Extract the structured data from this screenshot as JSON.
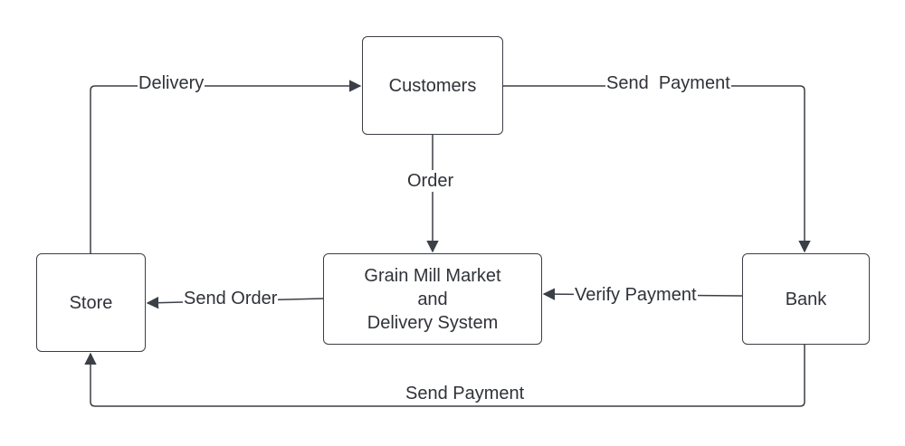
{
  "nodes": {
    "customers": "Customers",
    "store": "Store",
    "grain_system": {
      "line1": "Grain Mill Market",
      "line2": "and",
      "line3": "Delivery System"
    },
    "bank": "Bank"
  },
  "edges": {
    "delivery": "Delivery",
    "send_payment_to_bank": "Send  Payment",
    "order": "Order",
    "send_order": "Send Order",
    "verify_payment": "Verify Payment",
    "send_payment_to_store": "Send Payment"
  },
  "colors": {
    "line": "#3b3f46",
    "text": "#2f3238",
    "background": "#ffffff"
  }
}
